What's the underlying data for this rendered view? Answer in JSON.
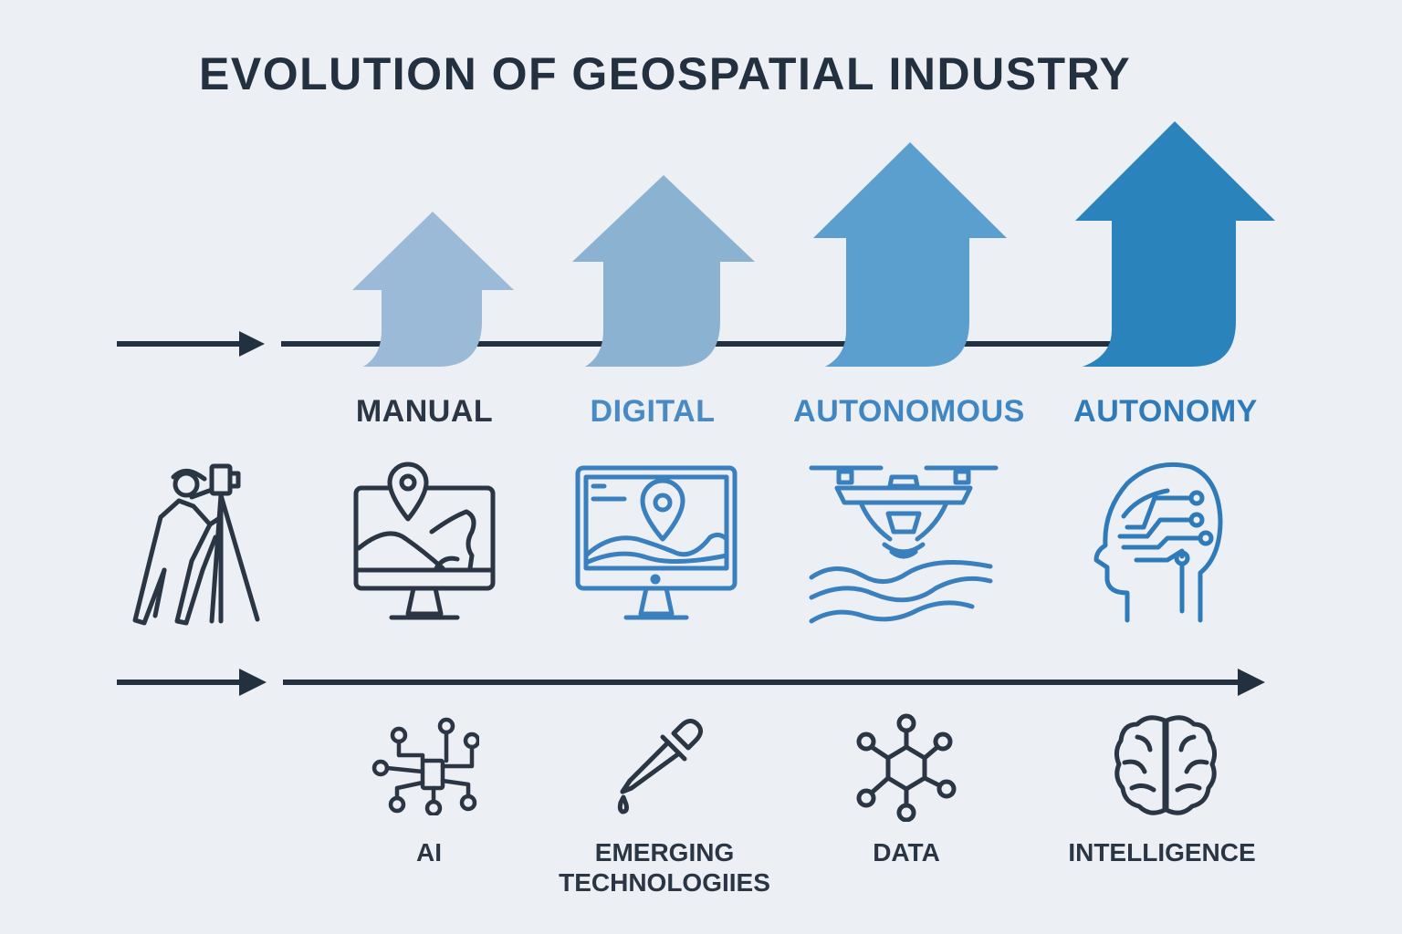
{
  "title": "EVOLUTION OF GEOSPATIAL INDUSTRY",
  "stages": [
    {
      "label": "MANUAL",
      "color": "#2a3643",
      "arrow_color": "#9bbad7",
      "icon": "map-monitor-icon"
    },
    {
      "label": "DIGITAL",
      "color": "#4a8ac4",
      "arrow_color": "#8cb2d2",
      "icon": "digital-map-monitor-icon"
    },
    {
      "label": "AUTONOMOUS",
      "color": "#3f86c2",
      "arrow_color": "#5b9fcf",
      "icon": "drone-scanning-icon"
    },
    {
      "label": "AUTONOMY",
      "color": "#2f7ab9",
      "arrow_color": "#2b83bb",
      "icon": "ai-head-icon"
    }
  ],
  "start_icon": "surveyor-icon",
  "drivers": [
    {
      "label_lines": [
        "AI"
      ],
      "icon": "circuit-chip-icon"
    },
    {
      "label_lines": [
        "EMERGING",
        "TECHNOLOGIIES"
      ],
      "icon": "dropper-icon"
    },
    {
      "label_lines": [
        "DATA"
      ],
      "icon": "hexagon-network-icon"
    },
    {
      "label_lines": [
        "INTELLIGENCE"
      ],
      "icon": "brain-icon"
    }
  ],
  "colors": {
    "background": "#eceff3",
    "dark": "#23303f",
    "blue": "#3a7fbe"
  }
}
